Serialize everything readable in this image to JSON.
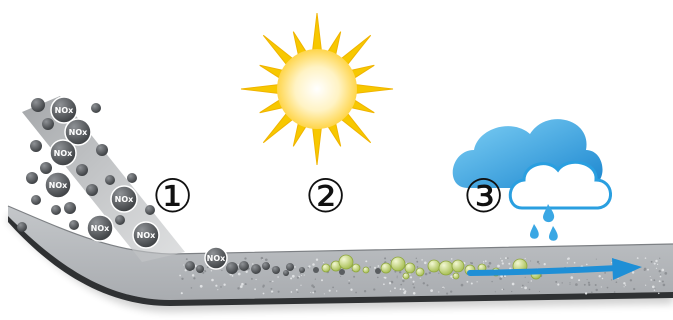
{
  "labels": {
    "nox": "NOx"
  },
  "steps": [
    {
      "number": "①"
    },
    {
      "number": "②"
    },
    {
      "number": "③"
    }
  ],
  "colors": {
    "pavement_top": "#b9bcbf",
    "pavement_edge": "#3a3c3e",
    "nox_particle": "#4a4d50",
    "nox_particle_light": "#8c8f93",
    "neutralized_particle": "#c9d98a",
    "flow_arrow": "#1f8fd6",
    "sun_ray": "#f7c800",
    "sun_core": "#fff7d6",
    "cloud": "#2a9fe0",
    "rain": "#3aa7e4"
  },
  "icons": [
    "sun-icon",
    "rain-cloud-icon",
    "flow-arrow-icon"
  ]
}
